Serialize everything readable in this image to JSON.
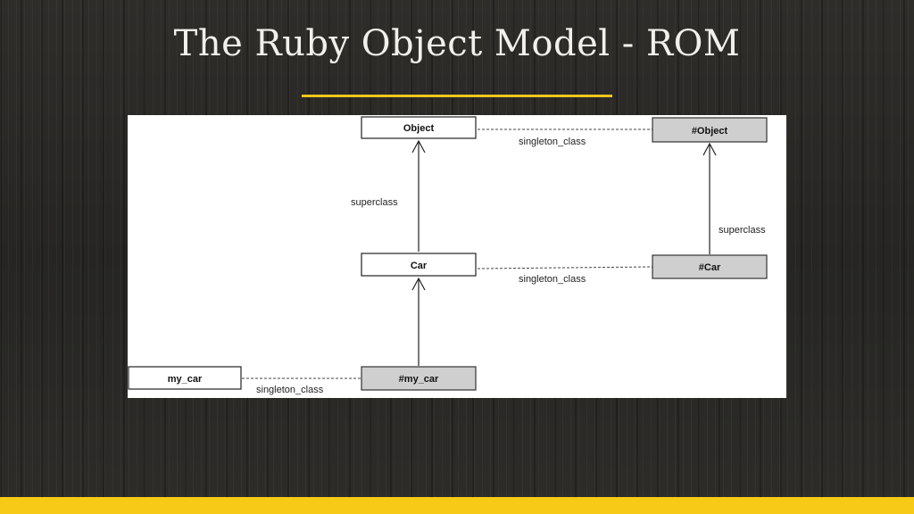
{
  "slide": {
    "title": "The Ruby Object Model - ROM"
  },
  "diagram": {
    "nodes": {
      "object": "Object",
      "singleton_object": "#Object",
      "car": "Car",
      "singleton_car": "#Car",
      "my_car": "my_car",
      "singleton_my_car": "#my_car"
    },
    "edge_labels": {
      "object_singleton": "singleton_class",
      "car_singleton": "singleton_class",
      "my_car_singleton": "singleton_class",
      "car_superclass": "superclass",
      "singleton_car_superclass": "superclass"
    }
  },
  "colors": {
    "accent": "#f7ca18",
    "singleton_fill": "#cfcfcf",
    "class_fill": "#ffffff"
  }
}
